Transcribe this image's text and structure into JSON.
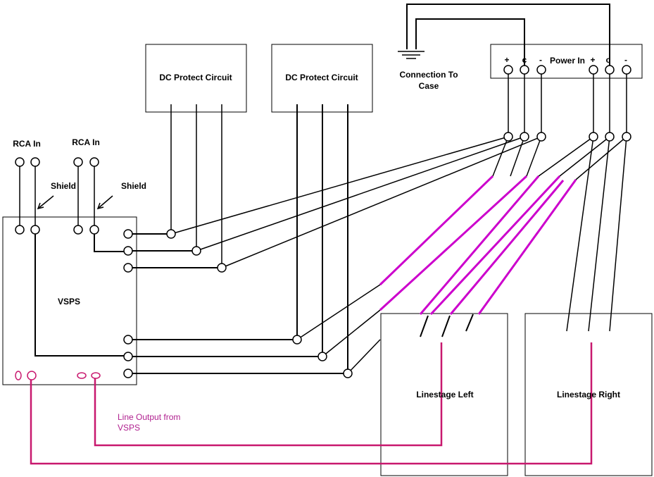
{
  "labels": {
    "dc_protect_1": "DC Protect Circuit",
    "dc_protect_2": "DC Protect Circuit",
    "connection_to_case_1": "Connection To",
    "connection_to_case_2": "Case",
    "power_in": "Power In",
    "plus_1": "+",
    "ground_1": "c",
    "minus_1": "-",
    "plus_2": "+",
    "ground_2": "c",
    "minus_2": "-",
    "rca_in_1": "RCA In",
    "rca_in_2": "RCA In",
    "shield_1": "Shield",
    "shield_2": "Shield",
    "vsps": "VSPS",
    "line_output_1": "Line Output from",
    "line_output_2": "VSPS",
    "linestage_left": "Linestage Left",
    "linestage_right": "Linestage Right"
  },
  "colors": {
    "wire": "#000000",
    "supply_wire": "#cc00cc",
    "signal_wire": "#c8186e",
    "note_text": "#b0208f"
  }
}
